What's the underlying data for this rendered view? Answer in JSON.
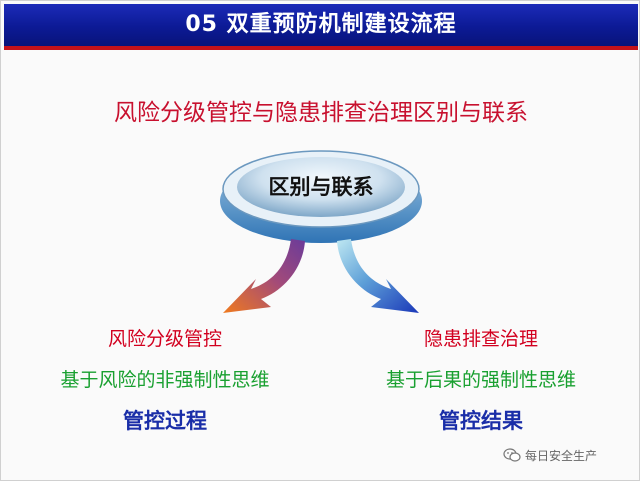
{
  "header": {
    "title": "05 双重预防机制建设流程"
  },
  "diagram": {
    "subtitle": "风险分级管控与隐患排查治理区别与联系",
    "center": "区别与联系",
    "left": {
      "name": "风险分级管控",
      "mindset": "基于风险的非强制性思维",
      "focus": "管控过程"
    },
    "right": {
      "name": "隐患排查治理",
      "mindset": "基于后果的强制性思维",
      "focus": "管控结果"
    }
  },
  "watermark": {
    "text": "每日安全生产",
    "icon": "wechat-icon"
  },
  "colors": {
    "title_bar": "#0c1a95",
    "title_underline": "#c4121a",
    "subtitle": "#c8102e",
    "red_text": "#d2001f",
    "green_text": "#19a030",
    "blue_text": "#1a2ea8"
  }
}
